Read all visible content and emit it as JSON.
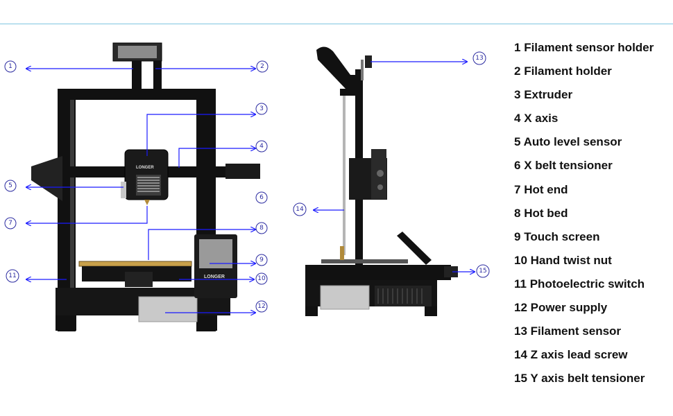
{
  "legend": [
    {
      "num": "1",
      "label": "Filament sensor holder"
    },
    {
      "num": "2",
      "label": "Filament holder"
    },
    {
      "num": "3",
      "label": "Extruder"
    },
    {
      "num": "4",
      "label": "X axis"
    },
    {
      "num": "5",
      "label": "Auto level sensor"
    },
    {
      "num": "6",
      "label": "X belt tensioner"
    },
    {
      "num": "7",
      "label": "Hot end"
    },
    {
      "num": "8",
      "label": "Hot bed"
    },
    {
      "num": "9",
      "label": "Touch screen"
    },
    {
      "num": "10",
      "label": "Hand twist nut"
    },
    {
      "num": "11",
      "label": "Photoelectric switch"
    },
    {
      "num": "12",
      "label": "Power supply"
    },
    {
      "num": "13",
      "label": "Filament sensor"
    },
    {
      "num": "14",
      "label": "Z axis lead screw"
    },
    {
      "num": "15",
      "label": "Y axis belt tensioner"
    }
  ],
  "brand": {
    "extruder_logo": "LONGER",
    "screen_logo": "LONGER"
  },
  "colors": {
    "frame": "#111111",
    "arrow": "#1a1aff",
    "rule": "#7fc6e0",
    "bed": "#c8a04a"
  }
}
